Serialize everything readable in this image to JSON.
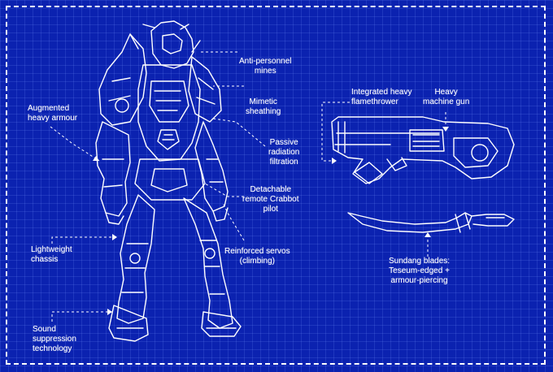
{
  "callouts": {
    "augmented_heavy_armour": "Augmented\nheavy armour",
    "anti_personnel_mines": "Anti-personnel\nmines",
    "mimetic_sheathing": "Mimetic\nsheathing",
    "passive_radiation_filtration": "Passive\nradiation\nfiltration",
    "detachable_remote_crabbot_pilot": "Detachable\nremote Crabbot\npilot",
    "reinforced_servos": "Reinforced servos\n(climbing)",
    "lightweight_chassis": "Lightweight\nchassis",
    "sound_suppression_technology": "Sound\nsuppression\ntechnology",
    "integrated_heavy_flamethrower": "Integrated heavy\nflamethrower",
    "heavy_machine_gun": "Heavy\nmachine gun",
    "sundang_blades": "Sundang blades:\nTeseum-edged +\narmour-piercing"
  },
  "colors": {
    "background": "#0b22b0",
    "line": "#ffffff"
  }
}
